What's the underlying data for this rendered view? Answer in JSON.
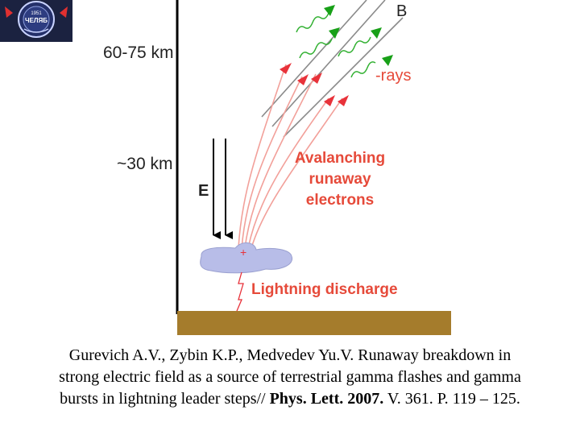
{
  "logo": {
    "text_top": "1951",
    "text_main": "ЧЕЛЯБ",
    "colors": {
      "background": "#1b2240",
      "ring": "#c9d3ff",
      "accent": "#e03030"
    }
  },
  "diagram": {
    "altitude_labels": [
      "60-75 km",
      "~30 km"
    ],
    "field_label": "E",
    "magnetic_label": "B",
    "gamma_label": "-rays",
    "electrons_label": [
      "Avalanching",
      "runaway",
      "electrons"
    ],
    "discharge_label": "Lightning discharge",
    "colors": {
      "axis": "#000000",
      "ground": "#a57c2c",
      "cloud": "#b8bde8",
      "electron_lines": "#f2a09a",
      "arrow_red": "#e8323a",
      "gamma_wave": "#30b030",
      "gamma_head": "#18a018",
      "label_red": "#e64a3a",
      "text": "#222222",
      "b_lines": "#8a8a8a"
    }
  },
  "caption": {
    "line1": "Gurevich A.V., Zybin K.P., Medvedev Yu.V. Runaway breakdown in",
    "line2": "strong electric field as a source of terrestrial gamma flashes and gamma",
    "line3_start": "bursts in lightning leader steps// ",
    "journal": "Phys. Lett. 2007.",
    "line3_end": " V. 361. P. 119 – 125."
  }
}
